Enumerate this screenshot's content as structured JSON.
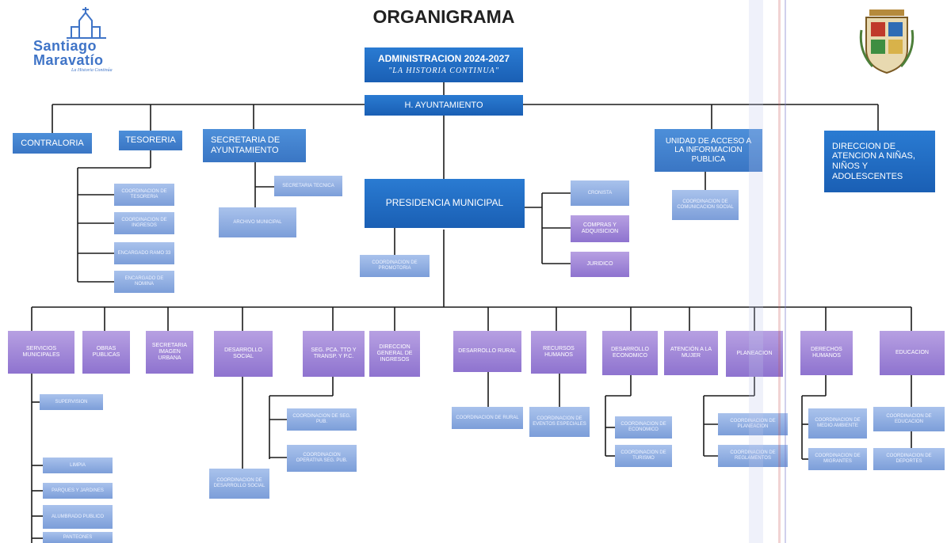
{
  "title": "ORGANIGRAMA",
  "logo": {
    "line1": "Santiago",
    "line2": "Maravatío",
    "tagline": "La Historia Continúa"
  },
  "colors": {
    "dark": "#1a5fb4",
    "mid": "#3a76c4",
    "light": "#6e93d3",
    "purple": "#8e73cf",
    "line": "#1a1a1a"
  },
  "admin": {
    "title": "ADMINISTRACION 2024-2027",
    "subtitle": "\"LA HISTORIA CONTINUA\""
  },
  "ayuntamiento": "H. AYUNTAMIENTO",
  "presidencia": "PRESIDENCIA MUNICIPAL",
  "top_units": {
    "contraloria": "CONTRALORIA",
    "tesoreria": "TESORERIA",
    "secretaria": "SECRETARIA DE AYUNTAMIENTO",
    "unidad_acceso": "UNIDAD DE ACCESO A LA INFORMACION PUBLICA",
    "dir_ninos": "DIRECCION DE ATENCION A NIÑAS, NIÑOS Y ADOLESCENTES"
  },
  "tesoreria_children": [
    "COORDINACION DE TESORERIA",
    "COORDINACION DE INGRESOS",
    "ENCARGADO RAMO 33",
    "ENCARGADO DE NOMINA"
  ],
  "secretaria_children": [
    "SECRETARIA TECNICA",
    "ARCHIVO MUNICIPAL"
  ],
  "unidad_child": "COORDINACION DE COMUNICACION SOCIAL",
  "presidencia_side": [
    "CRONISTA",
    "COMPRAS Y ADQUISICION",
    "JURIDICO"
  ],
  "presidencia_below": "COORDINACION DE PROMOTORIA",
  "departments": [
    "SERVICIOS MUNICIPALES",
    "OBRAS PUBLICAS",
    "SECRETARIA IMAGEN URBANA",
    "DESARROLLO SOCIAL",
    "SEG. PCA. TTO Y TRANSP. Y P.C.",
    "DIRECCION GENERAL DE INGRESOS",
    "DESARROLLO RURAL",
    "RECURSOS HUMANOS",
    "DESARROLLO ECONOMICO",
    "ATENCIÓN A LA MUJER",
    "PLANEACION",
    "DERECHOS HUMANOS",
    "EDUCACION"
  ],
  "servicios_children": [
    "SUPERVISION",
    "LIMPIA",
    "PARQUES Y JARDINES",
    "ALUMBRADO PUBLICO",
    "PANTEONES"
  ],
  "desarrollo_social_child": "COORDINACION DE DESARROLLO SOCIAL",
  "seguridad_children": [
    "COORDINACION DE SEG. PUB.",
    "COORDINACION OPERATIVA SEG. PUB."
  ],
  "rural_child": "COORDINACION DE RURAL",
  "rh_child": "COORDINACION DE EVENTOS ESPECIALES",
  "economico_children": [
    "COORDINACION DE ECONOMICO",
    "COORDINACION DE TURISMO"
  ],
  "planeacion_children": [
    "COORDINACION DE PLANEACION",
    "COORDINACION DE REGLAMENTOS"
  ],
  "ddhh_children": [
    "COORDINACION DE MEDIO AMBIENTE",
    "COORDINACION DE MIGRANTES"
  ],
  "educacion_children": [
    "COORDINACION DE EDUCACION",
    "COORDINACION DE DEPORTES"
  ]
}
